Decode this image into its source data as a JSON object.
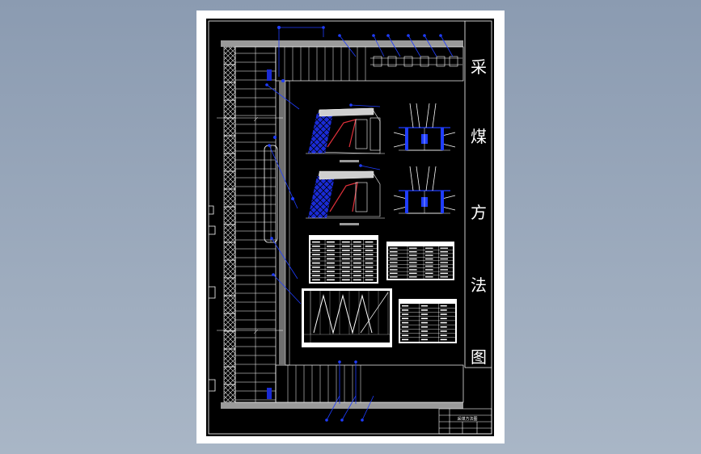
{
  "drawing": {
    "title_chars": [
      "采",
      "煤",
      "方",
      "法",
      "图"
    ],
    "title_block_name": "采煤方法图",
    "colors": {
      "background": "#8b9bb1",
      "paper": "#ffffff",
      "canvas": "#000000",
      "line": "#ffffff",
      "leader": "#1f3dff",
      "coal": "#1a2bd6",
      "red": "#e0303a"
    }
  }
}
